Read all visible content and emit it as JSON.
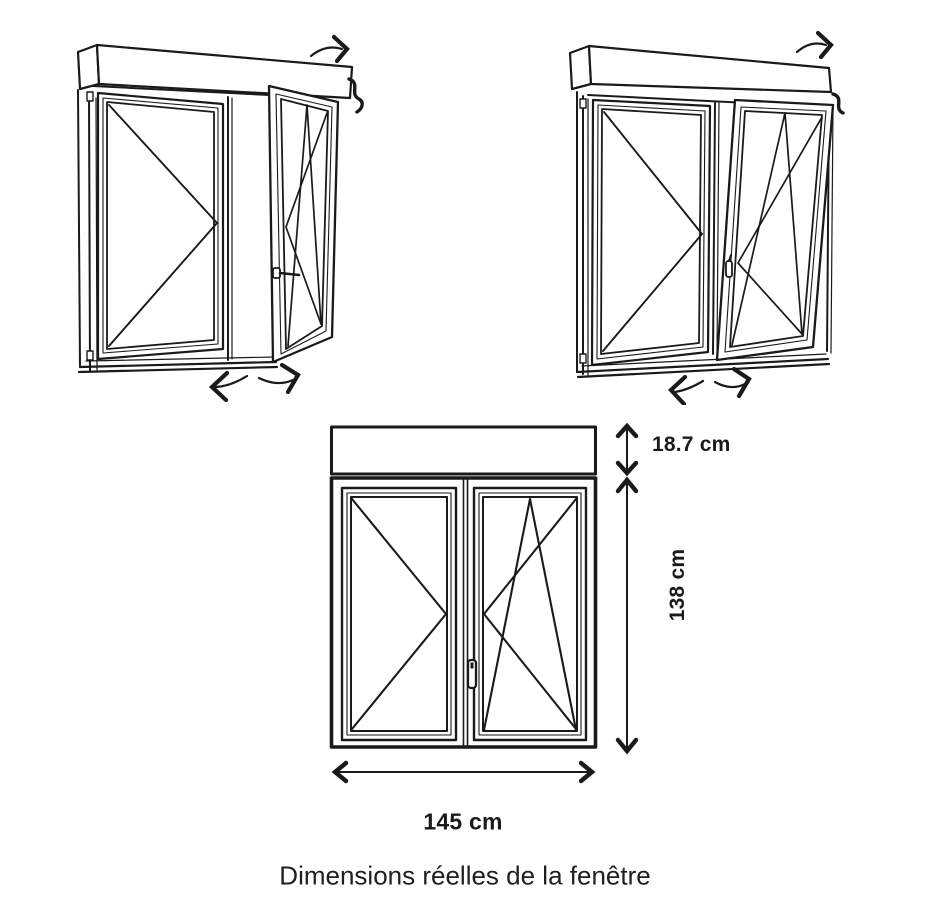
{
  "figure": {
    "labels": {
      "shutter_box_height": "18.7 cm",
      "window_height": "138 cm",
      "window_width": "145 cm"
    },
    "caption": "Dimensions réelles de la fenêtre",
    "colors": {
      "line": "#1a1a1a",
      "background": "#ffffff"
    },
    "icons": {
      "top_left_illustration": "double-casement-window-right-sash-swung-open",
      "top_right_illustration": "double-casement-window-right-sash-ajar",
      "bottom_diagram": "window-front-view-with-dimensions"
    }
  }
}
